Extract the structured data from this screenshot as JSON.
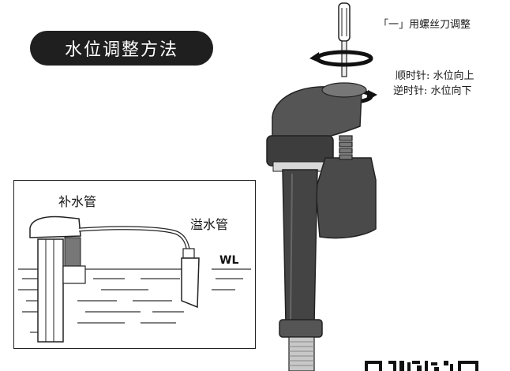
{
  "title": "水位调整方法",
  "adjust_note": "「一」用螺丝刀调整",
  "clockwise": "顺时针: 水位向上",
  "counterclockwise": "逆时针: 水位向下",
  "diagram": {
    "refill_tube": "补水管",
    "overflow_tube": "溢水管",
    "water_level": "WL"
  },
  "icons": [
    "screwdriver-icon",
    "rotate-clockwise-icon",
    "rotate-counterclockwise-icon",
    "fill-valve-illustration",
    "qr-code-icon"
  ],
  "colors": {
    "pill": "#1f1f1f",
    "valve_body": "#4a4a4a",
    "valve_dark": "#333333"
  }
}
